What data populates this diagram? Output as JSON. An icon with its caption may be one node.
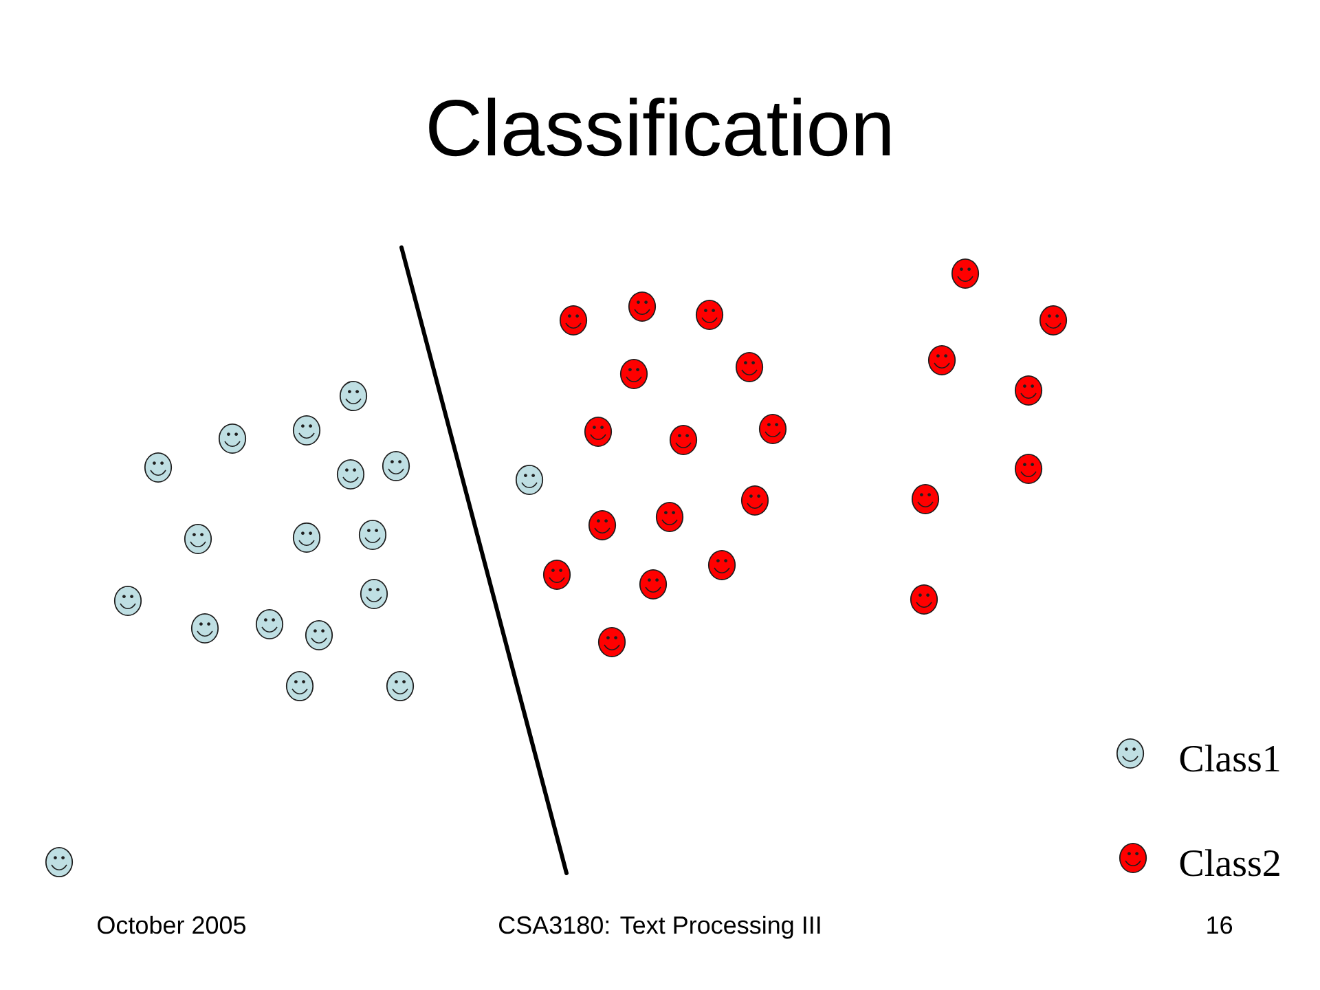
{
  "diagram": {
    "title": "Classification",
    "labels": [
      "October 2005",
      "CSA3180: Text Processing III",
      "16"
    ],
    "legend": [
      {
        "text": "Class1"
      },
      {
        "text": "Class2"
      }
    ]
  }
}
